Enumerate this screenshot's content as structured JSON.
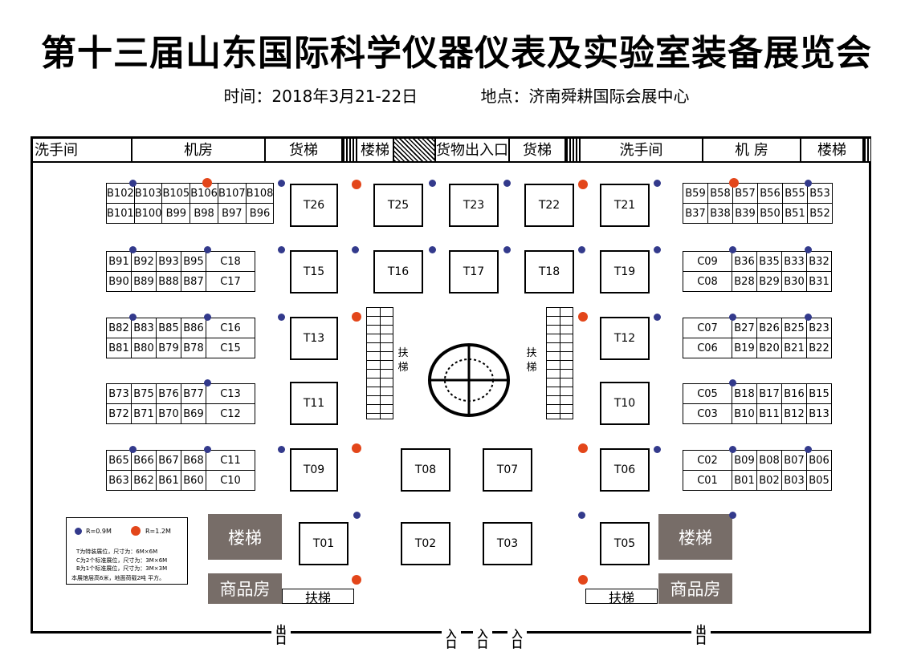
{
  "header": {
    "title": "第十三届山东国际科学仪器仪表及实验室装备展览会",
    "time": "时间：2018年3月21-22日",
    "place": "地点：济南舜耕国际会展中心"
  },
  "top_bar": [
    "洗手间",
    "机房",
    "货梯",
    "楼梯",
    "货物出入口",
    "货梯",
    "洗手间",
    "机 房",
    "楼梯"
  ],
  "booth_blocks": {
    "left": [
      [
        [
          "B102",
          "B103",
          "B105",
          "B106",
          "B107",
          "B108"
        ],
        [
          "B101",
          "B100",
          "B99",
          "B98",
          "B97",
          "B96"
        ]
      ],
      [
        [
          "B91",
          "B92",
          "B93",
          "B95",
          "C18"
        ],
        [
          "B90",
          "B89",
          "B88",
          "B87",
          "C17"
        ]
      ],
      [
        [
          "B82",
          "B83",
          "B85",
          "B86",
          "C16"
        ],
        [
          "B81",
          "B80",
          "B79",
          "B78",
          "C15"
        ]
      ],
      [
        [
          "B73",
          "B75",
          "B76",
          "B77",
          "C13"
        ],
        [
          "B72",
          "B71",
          "B70",
          "B69",
          "C12"
        ]
      ],
      [
        [
          "B65",
          "B66",
          "B67",
          "B68",
          "C11"
        ],
        [
          "B63",
          "B62",
          "B61",
          "B60",
          "C10"
        ]
      ]
    ],
    "right": [
      [
        [
          "B59",
          "B58",
          "B57",
          "B56",
          "B55",
          "B53"
        ],
        [
          "B37",
          "B38",
          "B39",
          "B50",
          "B51",
          "B52"
        ]
      ],
      [
        [
          "C09",
          "B36",
          "B35",
          "B33",
          "B32"
        ],
        [
          "C08",
          "B28",
          "B29",
          "B30",
          "B31"
        ]
      ],
      [
        [
          "C07",
          "B27",
          "B26",
          "B25",
          "B23"
        ],
        [
          "C06",
          "B19",
          "B20",
          "B21",
          "B22"
        ]
      ],
      [
        [
          "C05",
          "B18",
          "B17",
          "B16",
          "B15"
        ],
        [
          "C03",
          "B10",
          "B11",
          "B12",
          "B13"
        ]
      ],
      [
        [
          "C02",
          "B09",
          "B08",
          "B07",
          "B06"
        ],
        [
          "C01",
          "B01",
          "B02",
          "B03",
          "B05"
        ]
      ]
    ]
  },
  "t_booths": {
    "T26": "T26",
    "T25": "T25",
    "T23": "T23",
    "T22": "T22",
    "T21": "T21",
    "T15": "T15",
    "T16": "T16",
    "T17": "T17",
    "T18": "T18",
    "T19": "T19",
    "T13": "T13",
    "T12": "T12",
    "T11": "T11",
    "T10": "T10",
    "T09": "T09",
    "T08": "T08",
    "T07": "T07",
    "T06": "T06",
    "T01": "T01",
    "T02": "T02",
    "T03": "T03",
    "T05": "T05"
  },
  "facilities": {
    "stairs": "楼梯",
    "shop": "商品房",
    "escalator": "扶梯",
    "escalator_v1": "扶",
    "escalator_v2": "梯"
  },
  "doors": {
    "exit1": "出",
    "exit2": "口",
    "entry1": "入",
    "entry2": "口"
  },
  "legend": {
    "blue": "R=0.9M",
    "red": "R=1.2M",
    "note_t": "T为特装展位，尺寸为：6M×6M",
    "note_c": "C为2个标准展位，尺寸为：3M×6M",
    "note_b": "B为1个标准展位，尺寸为：3M×3M",
    "note_h": "本展馆层高6米，地面荷载2吨 平方。"
  },
  "colors": {
    "blue_dot": "#333a8c",
    "red_dot": "#e3461a",
    "facility_grey": "#776d68"
  }
}
